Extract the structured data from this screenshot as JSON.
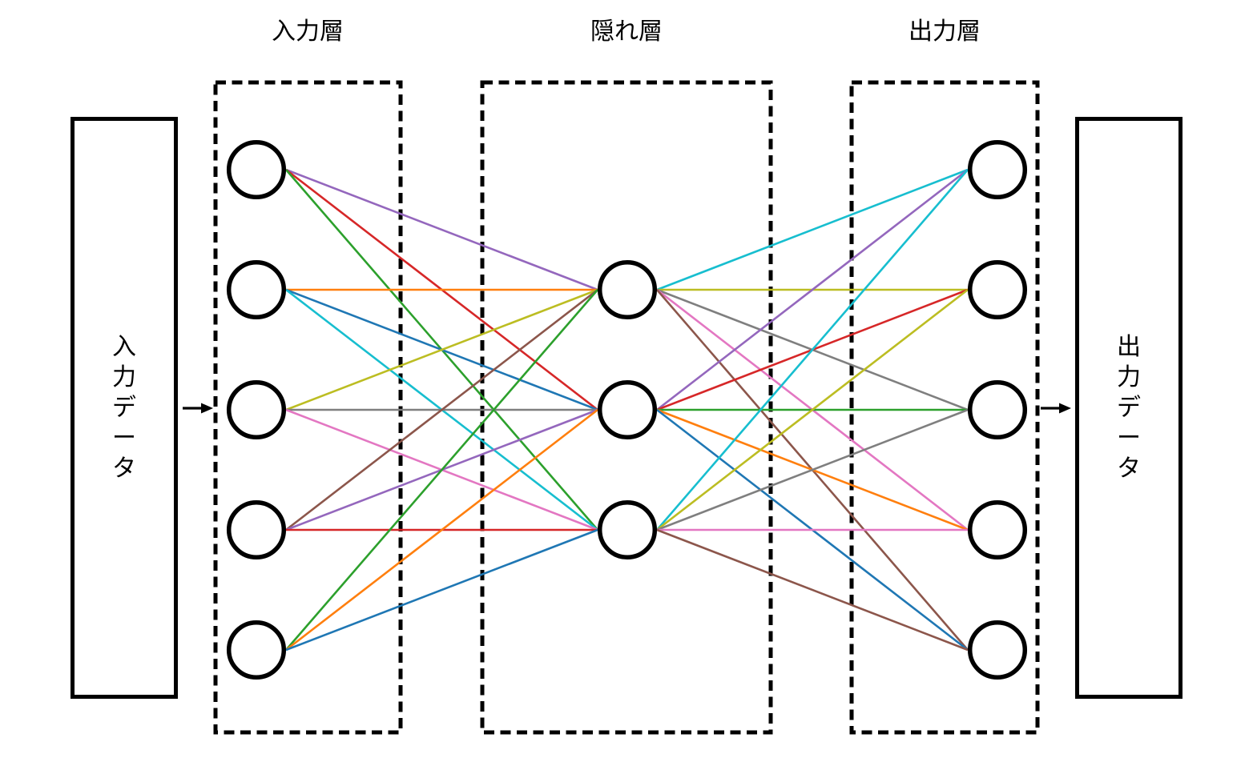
{
  "labels": {
    "input_layer": "入力層",
    "hidden_layer": "隠れ層",
    "output_layer": "出力層",
    "input_data": "入力データ",
    "output_data": "出力データ"
  },
  "colors": {
    "background": "#ffffff",
    "box_border": "#000000",
    "node_stroke": "#000000",
    "palette_tab10": {
      "blue": "#1f77b4",
      "orange": "#ff7f0e",
      "green": "#2ca02c",
      "red": "#d62728",
      "purple": "#9467bd",
      "brown": "#8c564b",
      "pink": "#e377c2",
      "gray": "#7f7f7f",
      "olive": "#bcbd22",
      "cyan": "#17becf"
    }
  },
  "network": {
    "input_nodes": 5,
    "hidden_nodes": 3,
    "output_nodes": 5,
    "edges_input_to_hidden": [
      {
        "from": 1,
        "to": 1,
        "color": "#9467bd"
      },
      {
        "from": 1,
        "to": 2,
        "color": "#d62728"
      },
      {
        "from": 1,
        "to": 3,
        "color": "#2ca02c"
      },
      {
        "from": 2,
        "to": 1,
        "color": "#ff7f0e"
      },
      {
        "from": 2,
        "to": 2,
        "color": "#1f77b4"
      },
      {
        "from": 2,
        "to": 3,
        "color": "#17becf"
      },
      {
        "from": 3,
        "to": 1,
        "color": "#bcbd22"
      },
      {
        "from": 3,
        "to": 2,
        "color": "#7f7f7f"
      },
      {
        "from": 3,
        "to": 3,
        "color": "#e377c2"
      },
      {
        "from": 4,
        "to": 1,
        "color": "#8c564b"
      },
      {
        "from": 4,
        "to": 2,
        "color": "#9467bd"
      },
      {
        "from": 4,
        "to": 3,
        "color": "#d62728"
      },
      {
        "from": 5,
        "to": 1,
        "color": "#2ca02c"
      },
      {
        "from": 5,
        "to": 2,
        "color": "#ff7f0e"
      },
      {
        "from": 5,
        "to": 3,
        "color": "#1f77b4"
      }
    ],
    "edges_hidden_to_output": [
      {
        "from": 1,
        "to": 1,
        "color": "#17becf"
      },
      {
        "from": 1,
        "to": 2,
        "color": "#bcbd22"
      },
      {
        "from": 1,
        "to": 3,
        "color": "#7f7f7f"
      },
      {
        "from": 1,
        "to": 4,
        "color": "#e377c2"
      },
      {
        "from": 1,
        "to": 5,
        "color": "#8c564b"
      },
      {
        "from": 2,
        "to": 1,
        "color": "#9467bd"
      },
      {
        "from": 2,
        "to": 2,
        "color": "#d62728"
      },
      {
        "from": 2,
        "to": 3,
        "color": "#2ca02c"
      },
      {
        "from": 2,
        "to": 4,
        "color": "#ff7f0e"
      },
      {
        "from": 2,
        "to": 5,
        "color": "#1f77b4"
      },
      {
        "from": 3,
        "to": 1,
        "color": "#17becf"
      },
      {
        "from": 3,
        "to": 2,
        "color": "#bcbd22"
      },
      {
        "from": 3,
        "to": 3,
        "color": "#7f7f7f"
      },
      {
        "from": 3,
        "to": 4,
        "color": "#e377c2"
      },
      {
        "from": 3,
        "to": 5,
        "color": "#8c564b"
      }
    ]
  }
}
